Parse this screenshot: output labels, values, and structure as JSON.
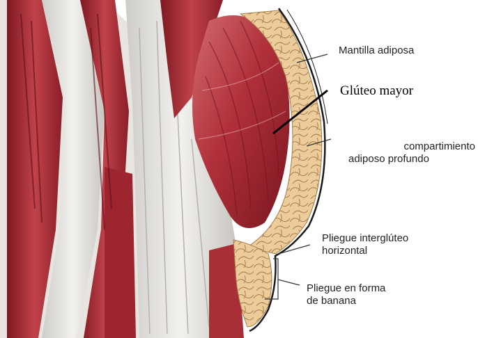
{
  "labels": {
    "mantilla": "Mantilla adiposa",
    "gluteo": "Glúteo mayor",
    "compartimiento_1": "compartimiento",
    "compartimiento_2": "adiposo profundo",
    "pliegue_inter_1": "Pliegue interglúteo",
    "pliegue_inter_2": "horizontal",
    "pliegue_banana_1": "Pliegue en forma",
    "pliegue_banana_2": "de banana"
  },
  "colors": {
    "muscle_dark": "#8e1f2a",
    "muscle": "#b8343d",
    "muscle_light": "#d9767a",
    "fascia": "#d8d6d2",
    "fascia_light": "#efeeeb",
    "fat": "#e6c08c",
    "fat_light": "#f1d8b2",
    "fat_line": "#a67c49",
    "outline": "#1a1a1a"
  }
}
